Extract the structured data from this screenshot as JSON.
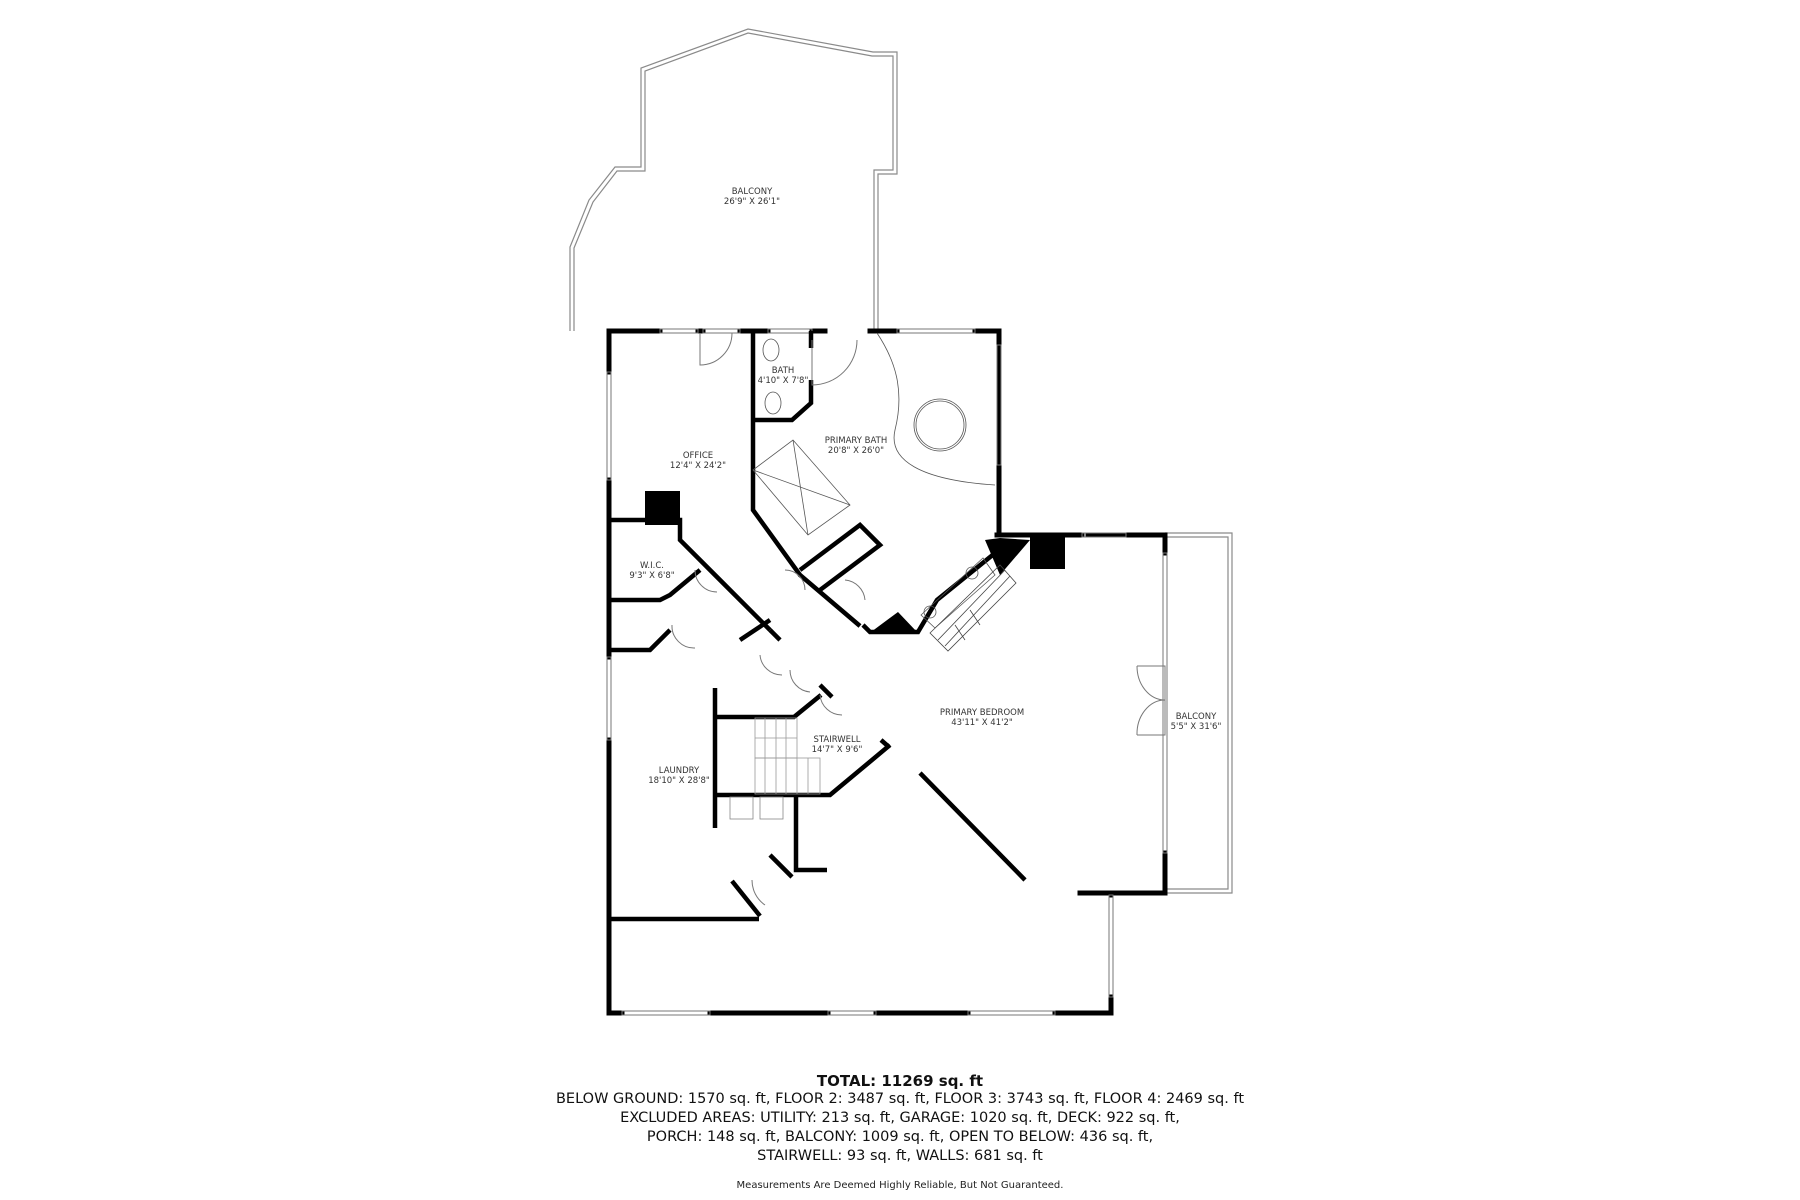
{
  "rooms": [
    {
      "name": "BALCONY",
      "dims": "26'9\" X 26'1\""
    },
    {
      "name": "BATH",
      "dims": "4'10\" X 7'8\""
    },
    {
      "name": "PRIMARY BATH",
      "dims": "20'8\" X 26'0\""
    },
    {
      "name": "OFFICE",
      "dims": "12'4\" X 24'2\""
    },
    {
      "name": "W.I.C.",
      "dims": "9'3\" X 6'8\""
    },
    {
      "name": "PRIMARY BEDROOM",
      "dims": "43'11\" X 41'2\""
    },
    {
      "name": "BALCONY",
      "dims": "5'5\" X 31'6\""
    },
    {
      "name": "STAIRWELL",
      "dims": "14'7\" X 9'6\""
    },
    {
      "name": "LAUNDRY",
      "dims": "18'10\" X 28'8\""
    }
  ],
  "summary": {
    "total": "TOTAL: 11269 sq. ft",
    "line1": "BELOW GROUND: 1570 sq. ft, FLOOR 2: 3487 sq. ft, FLOOR 3: 3743 sq. ft, FLOOR 4: 2469 sq. ft",
    "line2": "EXCLUDED AREAS: UTILITY: 213 sq. ft, GARAGE: 1020 sq. ft, DECK: 922 sq. ft,",
    "line3": "PORCH: 148 sq. ft, BALCONY: 1009 sq. ft, OPEN TO BELOW: 436 sq. ft,",
    "line4": "STAIRWELL: 93 sq. ft, WALLS: 681 sq. ft"
  },
  "disclaimer": "Measurements Are Deemed Highly Reliable, But Not Guaranteed.",
  "colors": {
    "wall": "#000000",
    "railing": "#888888",
    "fixture": "#555555",
    "text": "#333333"
  }
}
